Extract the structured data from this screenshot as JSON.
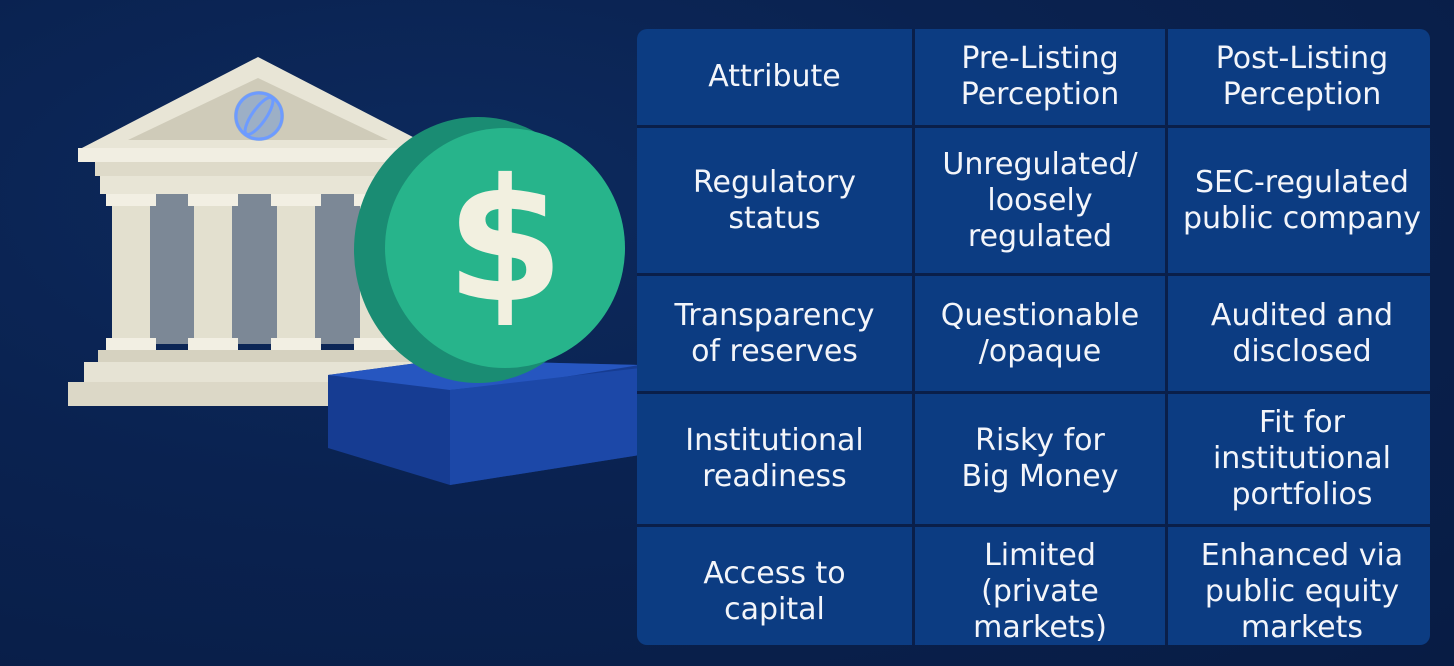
{
  "colors": {
    "background": "#0a2250",
    "table_cell": "#0c3c82",
    "coin_face": "#27b48b",
    "coin_edge": "#1a8c73",
    "pedestal": "#1d48a8",
    "building": "#e5e2d2",
    "columns_shadow": "#7c8896"
  },
  "icons": {
    "bank": "bank-building-icon",
    "coin": "dollar-coin-icon",
    "emblem": "globe-emblem-icon"
  },
  "coin": {
    "symbol": "$"
  },
  "table": {
    "headers": [
      "Attribute",
      "Pre-Listing\nPerception",
      "Post-Listing\nPerception"
    ],
    "rows": [
      [
        "Regulatory\nstatus",
        "Unregulated/\nloosely\nregulated",
        "SEC-regulated\npublic company"
      ],
      [
        "Transparency\nof reserves",
        "Questionable\n/opaque",
        "Audited and\ndisclosed"
      ],
      [
        "Institutional\nreadiness",
        "Risky for\nBig Money",
        "Fit for\ninstitutional\nportfolios"
      ],
      [
        "Access to\ncapital",
        "Limited\n(private markets)",
        "Enhanced via\npublic equity\nmarkets"
      ]
    ]
  }
}
